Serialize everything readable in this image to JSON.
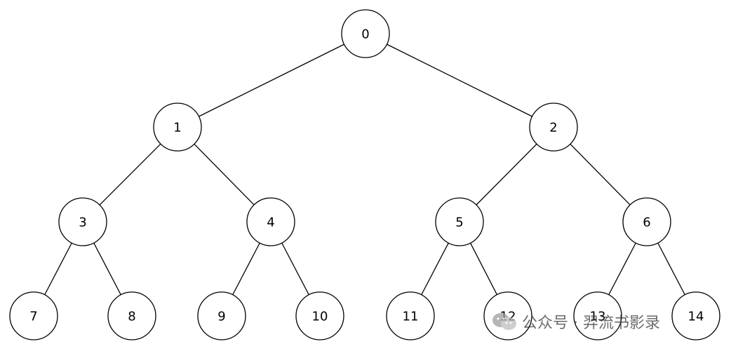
{
  "diagram": {
    "type": "binary-tree",
    "nodes": [
      {
        "id": 0,
        "label": "0"
      },
      {
        "id": 1,
        "label": "1"
      },
      {
        "id": 2,
        "label": "2"
      },
      {
        "id": 3,
        "label": "3"
      },
      {
        "id": 4,
        "label": "4"
      },
      {
        "id": 5,
        "label": "5"
      },
      {
        "id": 6,
        "label": "6"
      },
      {
        "id": 7,
        "label": "7"
      },
      {
        "id": 8,
        "label": "8"
      },
      {
        "id": 9,
        "label": "9"
      },
      {
        "id": 10,
        "label": "10"
      },
      {
        "id": 11,
        "label": "11"
      },
      {
        "id": 12,
        "label": "12"
      },
      {
        "id": 13,
        "label": "13"
      },
      {
        "id": 14,
        "label": "14"
      }
    ],
    "edges": [
      [
        0,
        1
      ],
      [
        0,
        2
      ],
      [
        1,
        3
      ],
      [
        1,
        4
      ],
      [
        2,
        5
      ],
      [
        2,
        6
      ],
      [
        3,
        7
      ],
      [
        3,
        8
      ],
      [
        4,
        9
      ],
      [
        4,
        10
      ],
      [
        5,
        11
      ],
      [
        5,
        12
      ],
      [
        6,
        13
      ],
      [
        6,
        14
      ]
    ]
  },
  "watermark": {
    "icon": "wechat-icon",
    "text": "公众号 · 羿流书影录"
  }
}
